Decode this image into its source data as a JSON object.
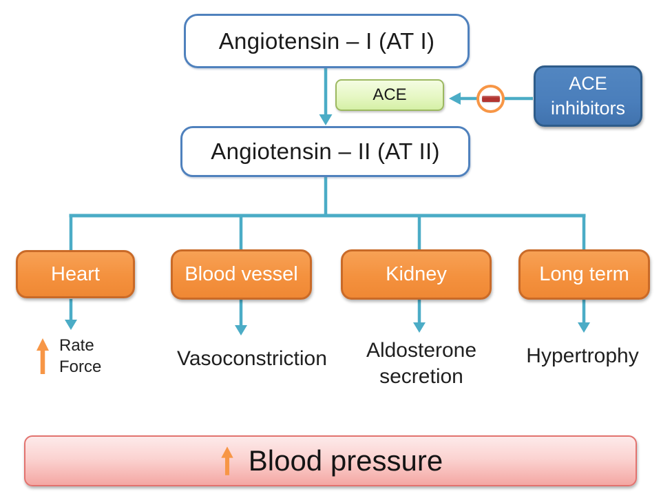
{
  "nodes": {
    "angiotensin_1": {
      "label": "Angiotensin – I (AT I)"
    },
    "ace": {
      "label": "ACE"
    },
    "ace_inhibitors": {
      "label": "ACE inhibitors"
    },
    "angiotensin_2": {
      "label": "Angiotensin – II (AT II)"
    }
  },
  "organs": [
    {
      "label": "Heart"
    },
    {
      "label": "Blood vessel"
    },
    {
      "label": "Kidney"
    },
    {
      "label": "Long term"
    }
  ],
  "effects": {
    "heart": {
      "arrow": "up",
      "lines": [
        "Rate",
        "Force"
      ]
    },
    "blood_vessel": {
      "label": "Vasoconstriction"
    },
    "kidney": {
      "lines": [
        "Aldosterone",
        "secretion"
      ]
    },
    "long_term": {
      "label": "Hypertrophy"
    }
  },
  "outcome": {
    "arrow": "up",
    "label": "Blood pressure"
  },
  "icons": {
    "inhibition-minus-icon": "−",
    "up-arrow-icon": "↑",
    "down-arrow-icon": "↓"
  },
  "colors": {
    "connector_teal": "#4BACC6",
    "white_box_border_blue": "#4F81BD",
    "organ_orange_fill": "#F4913E",
    "organ_orange_border": "#C96A28",
    "ace_green_fill": "#E6F7C4",
    "ace_green_border": "#9CB860",
    "inhibitor_blue_fill": "#4A7EBB",
    "inhibitor_blue_border": "#2E5C8A",
    "minus_red": "#B23430",
    "accent_arrow_orange": "#F79646",
    "outcome_pink_fill": "#F4A7A3",
    "outcome_pink_border": "#E2726E"
  }
}
